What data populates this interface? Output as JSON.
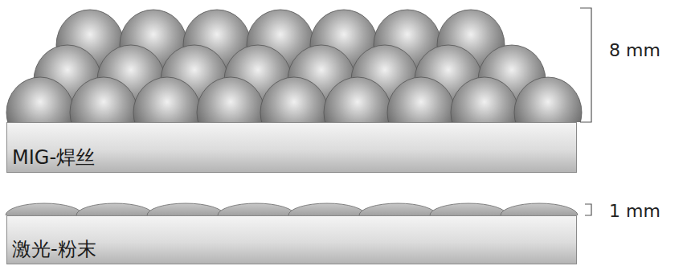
{
  "diagram": {
    "nodes": [
      {
        "text": [
          "MIG-焊丝"
        ]
      },
      {
        "text": [
          "激光-粉末"
        ]
      }
    ],
    "labels": [
      "8 mm",
      "1 mm"
    ]
  }
}
